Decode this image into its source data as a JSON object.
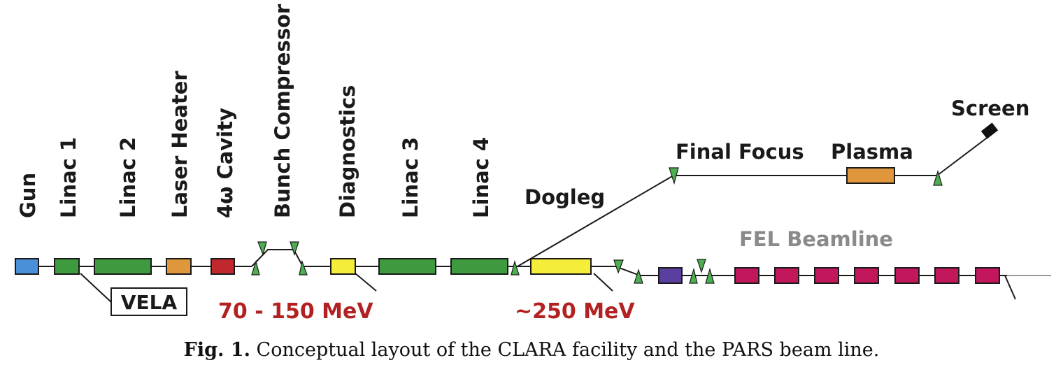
{
  "labels": {
    "gun": "Gun",
    "linac1": "Linac 1",
    "linac2": "Linac 2",
    "laser_heater": "Laser Heater",
    "cavity": "4ω Cavity",
    "bunch_compressor": "Bunch Compressor",
    "diagnostics": "Diagnostics",
    "linac3": "Linac 3",
    "linac4": "Linac 4",
    "dogleg": "Dogleg",
    "final_focus": "Final Focus",
    "plasma": "Plasma",
    "screen": "Screen",
    "fel_beamline": "FEL Beamline",
    "vela": "VELA",
    "energy_low": "70 - 150 MeV",
    "energy_high": "~250 MeV"
  },
  "caption": {
    "prefix": "Fig. 1.",
    "text": " Conceptual layout of the CLARA facility and the PARS beam line."
  },
  "colors": {
    "gun": "#4a90d9",
    "linac": "#3e9a3e",
    "laser_heater": "#e0963a",
    "cavity": "#c0282d",
    "diagnostics": "#f4ee3a",
    "fel_dipole": "#5b3fa0",
    "undulator": "#c2185b",
    "magnet": "#4caf50",
    "energy_text": "#b22222",
    "fel_text": "#8a8a8a"
  }
}
